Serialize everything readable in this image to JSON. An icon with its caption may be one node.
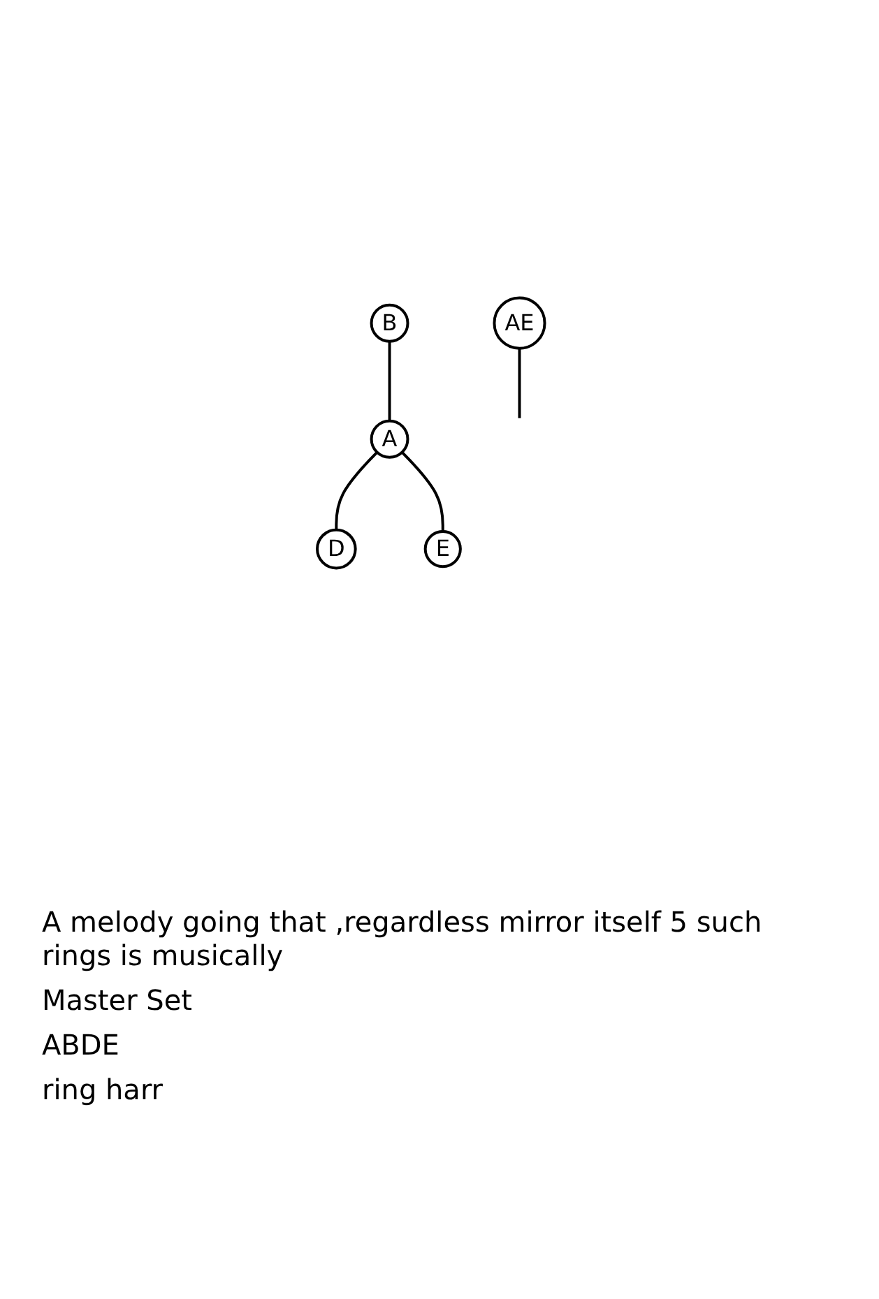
{
  "diagram": {
    "nodes": [
      {
        "text": [
          "AE"
        ]
      },
      {
        "text": [
          "B"
        ]
      },
      {
        "text": [
          "A"
        ]
      },
      {
        "text": [
          "D"
        ]
      },
      {
        "text": [
          "E"
        ]
      }
    ],
    "edges": [
      {
        "from": 0,
        "to": null,
        "arrow": "none"
      },
      {
        "from": 1,
        "to": 2,
        "arrow": "none"
      },
      {
        "from": 2,
        "to": 3,
        "arrow": "none"
      },
      {
        "from": 2,
        "to": 4,
        "arrow": "none"
      }
    ],
    "labels": [
      "A melody going that ,regardless mirror itself 5 such rings is musically",
      "Master Set",
      "ABDE",
      "ring harr"
    ]
  }
}
